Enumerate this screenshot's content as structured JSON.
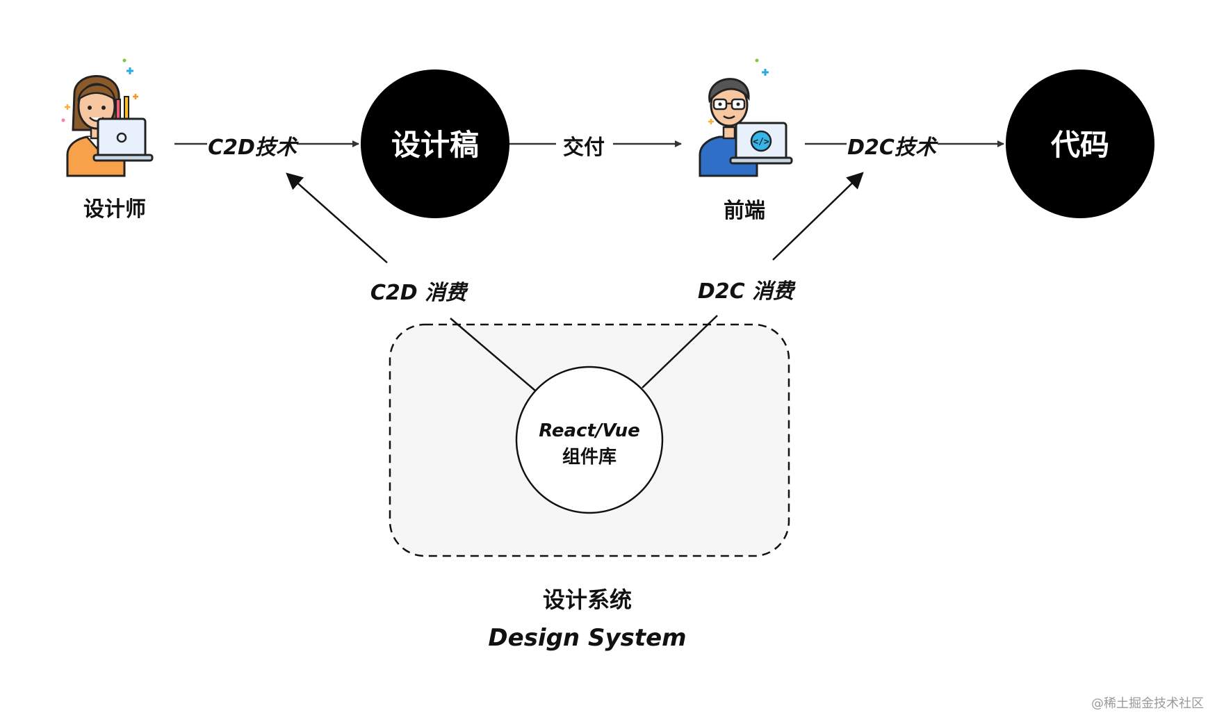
{
  "nodes": {
    "designer": {
      "label": "设计师"
    },
    "design_draft": {
      "label": "设计稿"
    },
    "frontend": {
      "label": "前端"
    },
    "code": {
      "label": "代码"
    },
    "component_lib": {
      "line1": "React/Vue",
      "line2": "组件库"
    }
  },
  "edges": {
    "c2d_tech": "C2D技术",
    "deliver": "交付",
    "d2c_tech": "D2C技术",
    "c2d_consume": "C2D 消费",
    "d2c_consume": "D2C 消费"
  },
  "design_system": {
    "zh": "设计系统",
    "en": "Design System"
  },
  "watermark": "@稀土掘金技术社区",
  "colors": {
    "ink": "#111111",
    "node_fill": "#000000",
    "system_bg": "#f6f6f6",
    "designer_shirt": "#f7a24a",
    "frontend_shirt": "#2f6fc7"
  }
}
